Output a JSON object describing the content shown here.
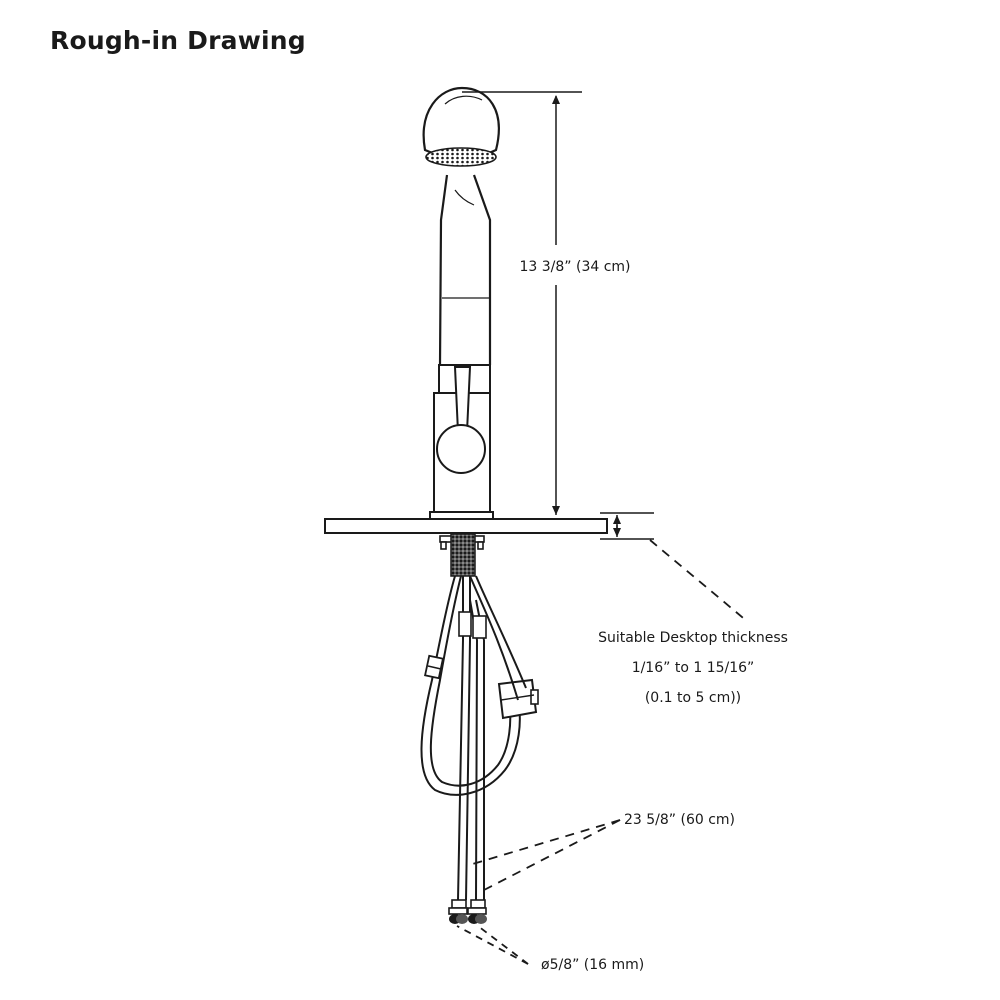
{
  "page": {
    "title": "Rough-in Drawing"
  },
  "annotations": {
    "height": "13 3/8” (34 cm)",
    "desktop_thickness_line1": "Suitable Desktop thickness",
    "desktop_thickness_line2": "1/16” to 1 15/16”",
    "desktop_thickness_line3": "(0.1 to 5 cm))",
    "hose_length": "23 5/8” (60 cm)",
    "connector_diameter": "ø5/8” (16 mm)"
  },
  "colors": {
    "line": "#1a1a1a",
    "background": "#ffffff"
  }
}
